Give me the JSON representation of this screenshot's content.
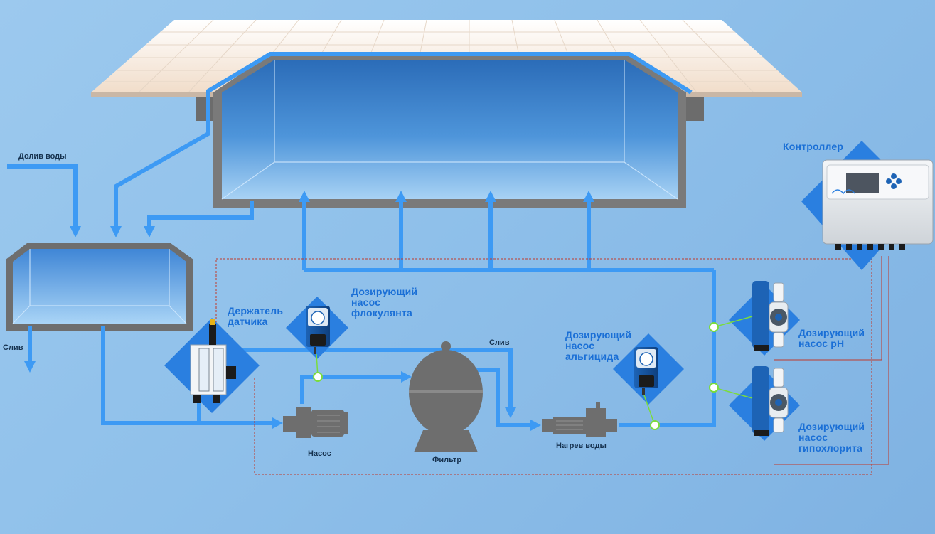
{
  "labels": {
    "water_fill": "Долив воды",
    "drain_left": "Слив",
    "drain_right": "Слив",
    "sensor_holder": [
      "Держатель",
      "датчика"
    ],
    "floc_pump": [
      "Дозирующий",
      "насос",
      "флокулянта"
    ],
    "algicide_pump": [
      "Дозирующий",
      "насос",
      "альгицида"
    ],
    "ph_pump": [
      "Дозирующий",
      "насос pH"
    ],
    "hypo_pump": [
      "Дозирующий",
      "насос",
      "гипохлорита"
    ],
    "controller": "Контроллер",
    "pump": "Насос",
    "filter": "Фильтр",
    "heater": "Нагрев воды"
  },
  "colors": {
    "pipe": "#3d9af4",
    "pipe_dark": "#2f86e0",
    "diamond": "#2a7fe0",
    "equipment": "#6e6e6e",
    "cable": "#c0392b",
    "node": "#7bdc3c",
    "label_blue": "#1a6fd6"
  }
}
